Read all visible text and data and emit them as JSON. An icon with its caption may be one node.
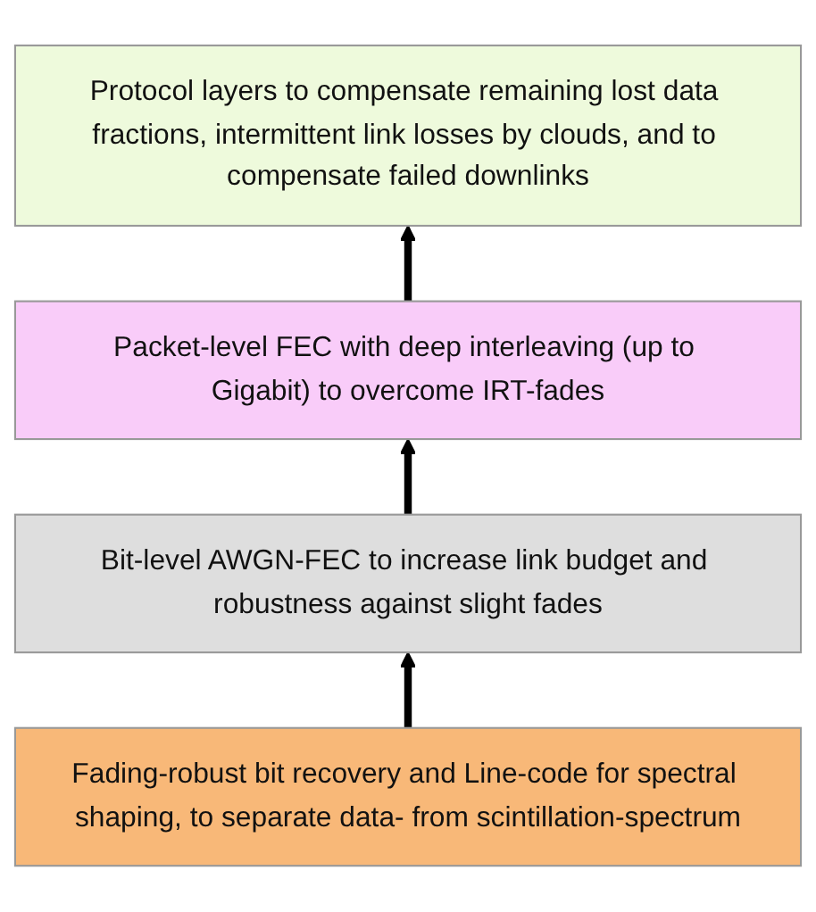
{
  "diagram": {
    "nodes": [
      {
        "text": [
          "Protocol layers to compensate remaining lost data fractions, intermittent link losses by clouds, and to compensate failed downlinks"
        ]
      },
      {
        "text": [
          "Packet-level FEC with deep interleaving (up to Gigabit) to overcome IRT-fades"
        ]
      },
      {
        "text": [
          "Bit-level AWGN-FEC to increase link budget and robustness against slight fades"
        ]
      },
      {
        "text": [
          "Fading-robust bit recovery and Line-code for spectral shaping, to separate data- from scintillation-spectrum"
        ]
      }
    ],
    "edges": [
      {
        "from": 3,
        "to": 2,
        "arrow": "to"
      },
      {
        "from": 2,
        "to": 1,
        "arrow": "to"
      },
      {
        "from": 1,
        "to": 0,
        "arrow": "to"
      }
    ]
  }
}
